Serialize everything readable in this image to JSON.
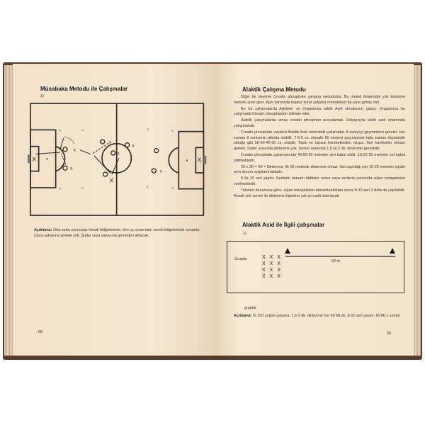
{
  "left_page": {
    "title": "Müsabaka Metodu ile Çalışmalar",
    "number_label": "2)",
    "caption_label": "Açıklama:",
    "caption_text": "Orta saha oyuncuları kendi bölgelerinde, ileri uç oyuncuları kendi bölgelerinde oynarlar. Ceza sahasına girmek yok. Şutlar ceza sahasına girmeden atılacak.",
    "page_number": "68"
  },
  "right_page": {
    "title": "Alaktik Çalışma Metodu",
    "paragraphs": [
      "Diğer bir deyimle Creatin phosphate çalışma metodudur. Bu metod Anaerobik yük bindirme metodu içine girer. Aynı zamanda topsuz sürat çalışma metodunun da içine girmiş olur.",
      "Bu tür çalışmalarda Adeleler ve Organizma laktik Asid olmaksızın çalışır. Organizma bu çalışmada Creatin phosphatdan istifade eder.",
      "Alaktik çalışmalarda amaç creatin phosphatı parçalamak. Dolayısıyla laktik asid ortamında çalışmamak.",
      "Creatin phosphate veyahut Alaktik Asid ortamdaki çalışmalar. 8 saniyeyi geçmemesi gerekir. Her zaman 8 saniyenin altında olabilir. 7-6-5 vs. mesafe 60 metreyi geçmiyecek tıpkı zaman ölçüsünde olduğu gibi 50-60-40-30 vs. olabilir. Toplu ve topsuz hareketlerden oluşur. Seri hareketler olması gerekli. Setler arasında dinlenme yok. Seriler arasında 1,5 ila 2 dk. dinlenme gereklidir.",
      "Creatin phosphate çalışmasında 40-50-60 metreler seri kabul edilir. 10-20-30 metreler set kabul edilmektedir.",
      "20 x 30 = 60 = Dinlenme, ilk 30 metrede dinlenme olmaz. Set sayıldığı için 10-20 metreler içinde aynı durum uygulanmaktadır.",
      "8 ila 10 seri yapılır. Serilerin tamamı bittikten sonra veya serilerin yarısında süper kompeksion verilmektedir.",
      "Takımın durumuna göre, süper kompeksion tamamlandıktan sonra 8-10 seri 2 defa da yapılabilir. Ancak yük verme ile dinlenme ilişkisine çok iyi sadık kalınacak."
    ],
    "subtitle": "Alaktik Asid ile İlgili çalışmalar",
    "number_label": "1)",
    "diagram": {
      "group_label": "Gruplar",
      "rows": [
        "X X X",
        "X X X",
        "X X X",
        "X X X"
      ],
      "distance_label": "60 m."
    },
    "below_label": "gruplar",
    "caption_label": "Açıklama:",
    "caption_text": "% 100 yoğun çalışma. 1,5-2 dk. dinlenme her 60 Mt.de, 8-10 seri yapılır. 60 Mt.1 seridir.",
    "page_number": "69"
  }
}
